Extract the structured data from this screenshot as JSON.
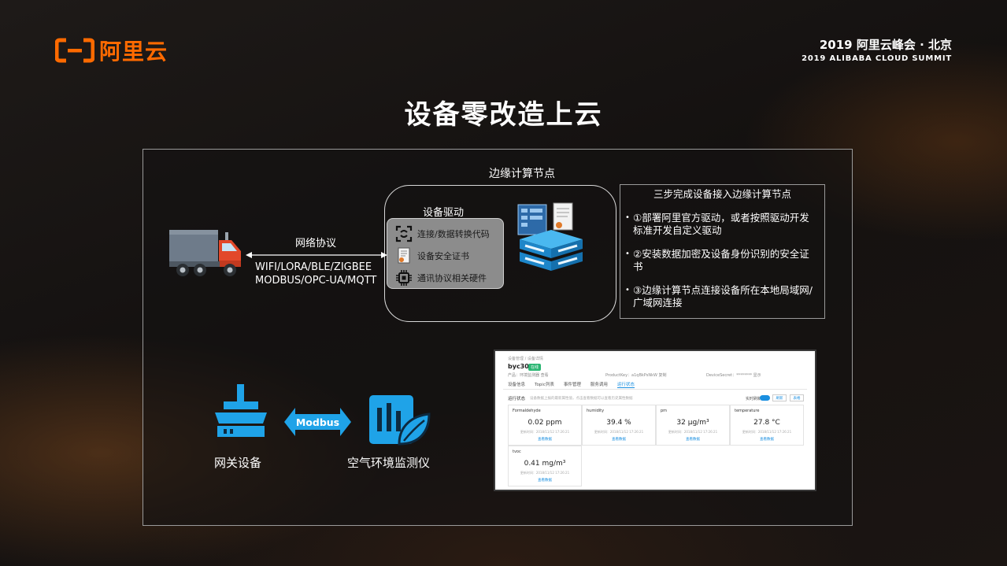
{
  "header": {
    "brand": "阿里云",
    "summit_cn": "2019 阿里云峰会 · 北京",
    "summit_en": "2019 ALIBABA CLOUD SUMMIT"
  },
  "slide": {
    "title": "设备零改造上云"
  },
  "diagram": {
    "edge_node_title": "边缘计算节点",
    "driver_title": "设备驱动",
    "driver_items": [
      "连接/数据转换代码",
      "设备安全证书",
      "通讯协议相关硬件"
    ],
    "protocol_title": "网络协议",
    "protocol_line1": "WIFI/LORA/BLE/ZIGBEE",
    "protocol_line2": "MODBUS/OPC-UA/MQTT",
    "gateway_label": "网关设备",
    "modbus_label": "Modbus",
    "air_monitor_label": "空气环境监测仪"
  },
  "steps": {
    "title": "三步完成设备接入边缘计算节点",
    "items": [
      "①部署阿里官方驱动，或者按照驱动开发标准开发自定义驱动",
      "②安装数据加密及设备身份识别的安全证书",
      "③边缘计算节点连接设备所在本地局域网/广域网连接"
    ]
  },
  "console": {
    "breadcrumb": "设备管理 / 设备详情",
    "device_name": "byc300",
    "status_badge": "在线",
    "product": "产品：环境监测器 查看",
    "product_key": "ProductKey：a1qBkPsNkW 复制",
    "device_secret": "DeviceSecret：******** 显示",
    "tabs": [
      "设备信息",
      "Topic列表",
      "事件管理",
      "服务调用",
      "运行状态"
    ],
    "active_tab": "运行状态",
    "run_title": "运行状态",
    "run_desc": "设备数据上报的最新属性值，点击查看数据可以查看历史属性数据",
    "realtime_label": "实时刷新",
    "refresh_btn": "刷新",
    "table_btn": "表格",
    "metrics": [
      {
        "name": "Formaldehyde",
        "value": "0.02 ppm",
        "time": "更新时间：2018/11/12 17:26:21",
        "link": "查看数据"
      },
      {
        "name": "humidity",
        "value": "39.4 %",
        "time": "更新时间：2018/11/12 17:26:21",
        "link": "查看数据"
      },
      {
        "name": "pm",
        "value": "32 μg/m³",
        "time": "更新时间：2018/11/12 17:26:21",
        "link": "查看数据"
      },
      {
        "name": "temperature",
        "value": "27.8 °C",
        "time": "更新时间：2018/11/12 17:26:21",
        "link": "查看数据"
      },
      {
        "name": "tvoc",
        "value": "0.41 mg/m³",
        "time": "更新时间：2018/11/12 17:26:21",
        "link": "查看数据"
      }
    ]
  },
  "colors": {
    "brand_orange": "#ff6a00",
    "icon_blue": "#1fa3e8",
    "console_link": "#1a8fe0"
  }
}
